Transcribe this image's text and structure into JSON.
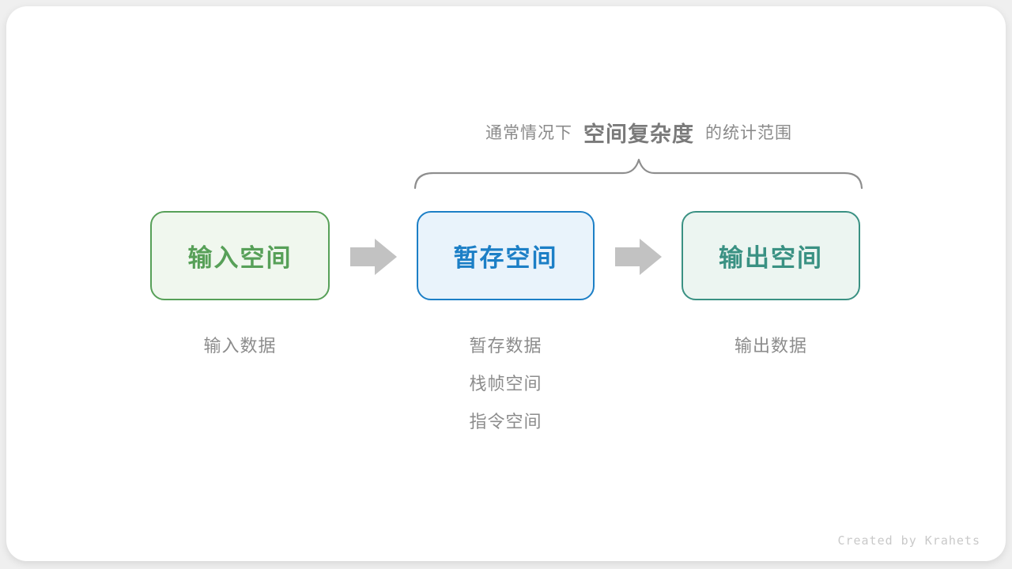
{
  "theme": {
    "page_bg": "#efefef",
    "card_bg": "#ffffff",
    "green": "#57a058",
    "green_fill": "#f0f7ee",
    "blue": "#1c7fc6",
    "blue_fill": "#e9f3fb",
    "teal": "#3a9183",
    "teal_fill": "#ecf5f1",
    "arrow": "#c2c2c2",
    "brace": "#8e8e8e",
    "label": "#8c8c8c",
    "caption": "#8a8a8a",
    "caption_bold": "#7a7a7a",
    "credit": "#c9c9c9"
  },
  "caption": {
    "prefix": "通常情况下",
    "highlight": "空间复杂度",
    "suffix": "的统计范围"
  },
  "nodes": [
    {
      "id": "input-space",
      "label": "输入空间"
    },
    {
      "id": "temp-space",
      "label": "暂存空间"
    },
    {
      "id": "output-space",
      "label": "输出空间"
    }
  ],
  "annotations": {
    "input": [
      "输入数据"
    ],
    "temp": [
      "暂存数据",
      "栈帧空间",
      "指令空间"
    ],
    "output": [
      "输出数据"
    ]
  },
  "credit": "Created by Krahets"
}
